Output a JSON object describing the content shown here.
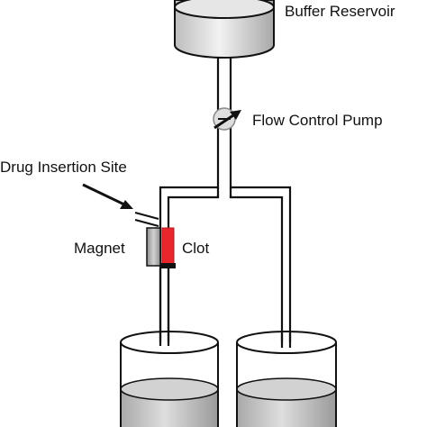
{
  "labels": {
    "buffer_reservoir": "Buffer Reservoir",
    "flow_control_pump": "Flow Control Pump",
    "drug_insertion_site": "Drug Insertion Site",
    "magnet": "Magnet",
    "clot": "Clot"
  },
  "colors": {
    "clot": "#e8262b",
    "magnet": "#a6a6a6",
    "liquid": "#c9c9c9",
    "reservoir": "#dcdcdc",
    "outline": "#111111"
  },
  "icons": {
    "pump": "valve-circle-icon",
    "arrows": "pointer-arrow-icon"
  }
}
